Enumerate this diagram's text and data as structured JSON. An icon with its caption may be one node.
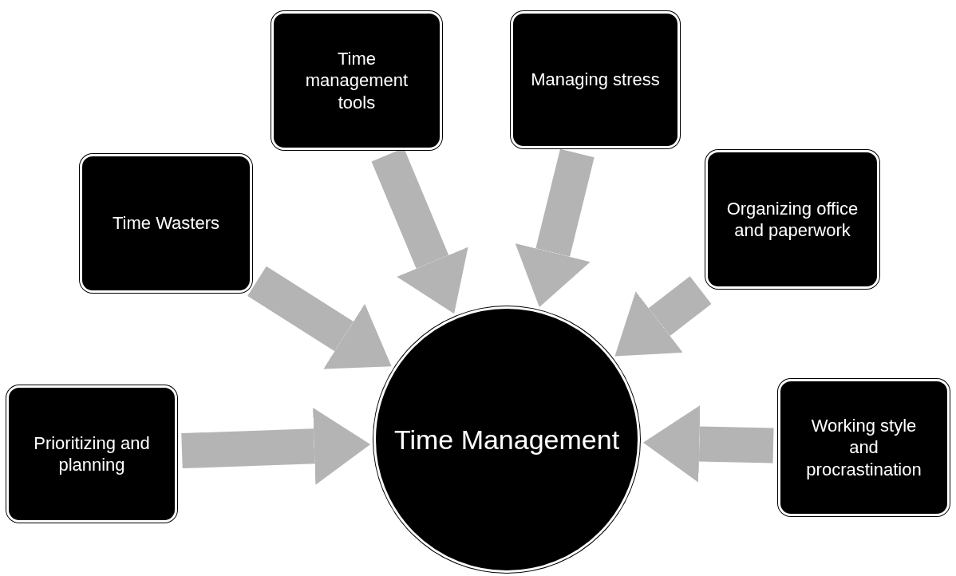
{
  "diagram": {
    "nodes": [
      {
        "text": [
          "Prioritizing and planning"
        ]
      },
      {
        "text": [
          "Time Wasters"
        ]
      },
      {
        "text": [
          "Time management tools"
        ]
      },
      {
        "text": [
          "Managing stress"
        ]
      },
      {
        "text": [
          "Organizing office and paperwork"
        ]
      },
      {
        "text": [
          "Working style and procrastination"
        ]
      },
      {
        "text": [
          "Time Management"
        ]
      }
    ],
    "edges": [
      {
        "from": 0,
        "to": 6,
        "arrow": "to"
      },
      {
        "from": 1,
        "to": 6,
        "arrow": "to"
      },
      {
        "from": 2,
        "to": 6,
        "arrow": "to"
      },
      {
        "from": 3,
        "to": 6,
        "arrow": "to"
      },
      {
        "from": 4,
        "to": 6,
        "arrow": "to"
      },
      {
        "from": 5,
        "to": 6,
        "arrow": "to"
      }
    ]
  }
}
